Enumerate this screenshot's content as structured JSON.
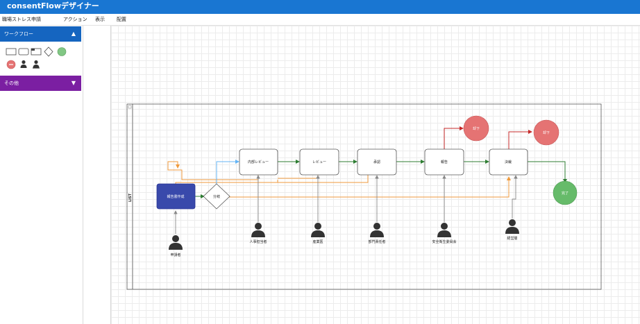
{
  "app": {
    "title": "consentFlowデザイナー"
  },
  "menu": {
    "items": [
      "職場ストレス申請",
      "アクション",
      "表示",
      "配置"
    ]
  },
  "sidebar": {
    "workflow_label": "ワークフロー",
    "other_label": "その他",
    "palette_icons": [
      "process-shape-icon",
      "rounded-process-shape-icon",
      "tab-shape-icon",
      "decision-shape-icon",
      "start-event-icon",
      "end-event-icon",
      "actor-icon",
      "actor-group-icon"
    ]
  },
  "diagram": {
    "lane_label": "LIST",
    "nodes": {
      "report": "報告書作成",
      "branch": "分岐",
      "internal_review": "内部レビュー",
      "review": "レビュー",
      "approve": "承認",
      "report2": "報告",
      "decide": "決裁",
      "reject1": "却下",
      "reject2": "却下",
      "done": "完了"
    },
    "actors": {
      "applicant": "申請者",
      "hr": "人事担当者",
      "industrial": "産業医",
      "dept_head": "部門責任者",
      "safety": "安全衛生委員会",
      "manager": "経営層"
    },
    "colors": {
      "accent": "#1976d2",
      "task_fill": "#3949ab",
      "reject": "#e57373",
      "done": "#66bb6a",
      "flow_green": "#2e7d32",
      "flow_orange": "#ef9a3c",
      "flow_red": "#c62828",
      "flow_blue": "#64b5f6"
    }
  }
}
